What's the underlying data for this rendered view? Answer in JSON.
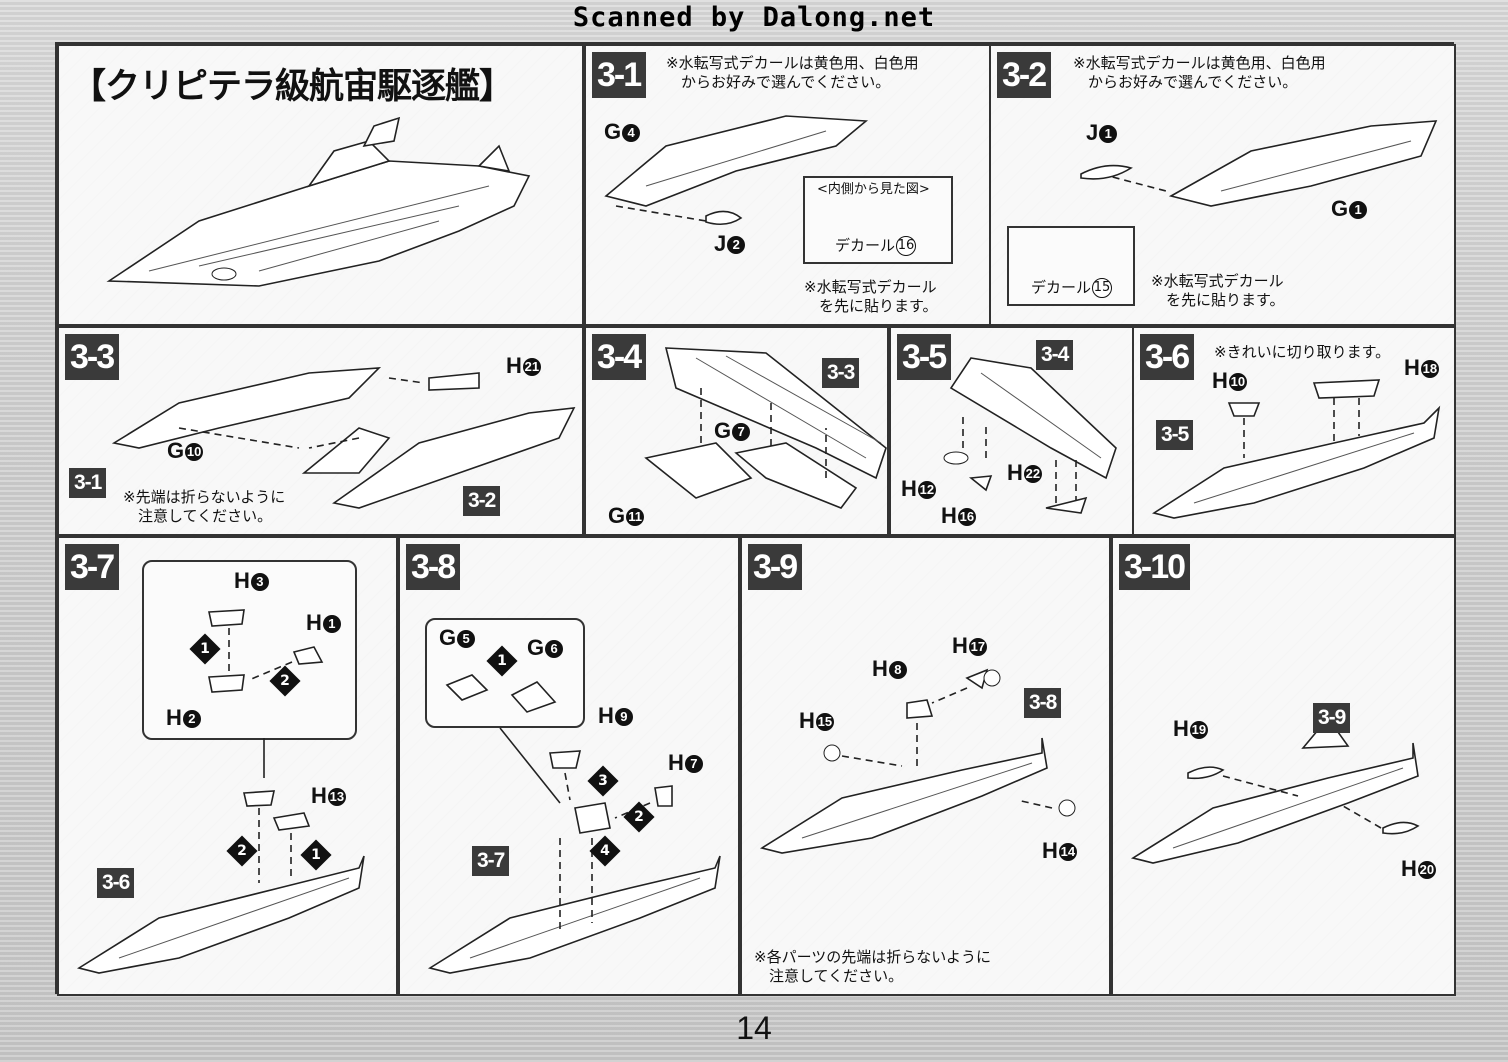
{
  "watermark": "Scanned by Dalong.net",
  "title": "【クリピテラ級航宙駆逐艦】",
  "page_number": "14",
  "steps": {
    "s3_1": {
      "label": "3-1",
      "note": "※水転写式デカールは黄色用、白色用\n　からお好みで選んでください。",
      "parts": [
        "G",
        "J"
      ],
      "part_nums": [
        "4",
        "2"
      ],
      "inset_title": "<内側から見た図>",
      "decal": "デカール",
      "decal_num": "16",
      "note2": "※水転写式デカール\n　を先に貼ります。"
    },
    "s3_2": {
      "label": "3-2",
      "note": "※水転写式デカールは黄色用、白色用\n　からお好みで選んでください。",
      "parts": [
        "J",
        "G"
      ],
      "part_nums": [
        "1",
        "1"
      ],
      "decal": "デカール",
      "decal_num": "15",
      "note2": "※水転写式デカール\n　を先に貼ります。"
    },
    "s3_3": {
      "label": "3-3",
      "parts": [
        "H",
        "G"
      ],
      "part_nums": [
        "21",
        "10"
      ],
      "refs": [
        "3-1",
        "3-2"
      ],
      "note": "※先端は折らないように\n　注意してください。"
    },
    "s3_4": {
      "label": "3-4",
      "parts": [
        "G",
        "G"
      ],
      "part_nums": [
        "7",
        "11"
      ],
      "refs": [
        "3-3"
      ]
    },
    "s3_5": {
      "label": "3-5",
      "parts": [
        "H",
        "H",
        "H"
      ],
      "part_nums": [
        "12",
        "16",
        "22"
      ],
      "refs": [
        "3-4"
      ]
    },
    "s3_6": {
      "label": "3-6",
      "note": "※きれいに切り取ります。",
      "parts": [
        "H",
        "H"
      ],
      "part_nums": [
        "10",
        "18"
      ],
      "refs": [
        "3-5"
      ]
    },
    "s3_7": {
      "label": "3-7",
      "parts": [
        "H",
        "H",
        "H",
        "H"
      ],
      "part_nums": [
        "3",
        "1",
        "2",
        "13"
      ],
      "order": [
        "1",
        "2",
        "2",
        "1"
      ],
      "refs": [
        "3-6"
      ]
    },
    "s3_8": {
      "label": "3-8",
      "parts": [
        "G",
        "G",
        "H",
        "H"
      ],
      "part_nums": [
        "5",
        "6",
        "9",
        "7"
      ],
      "order": [
        "1",
        "3",
        "2",
        "4"
      ],
      "refs": [
        "3-7"
      ]
    },
    "s3_9": {
      "label": "3-9",
      "parts": [
        "H",
        "H",
        "H",
        "H"
      ],
      "part_nums": [
        "17",
        "8",
        "15",
        "14"
      ],
      "refs": [
        "3-8"
      ],
      "note": "※各パーツの先端は折らないように\n　注意してください。"
    },
    "s3_10": {
      "label": "3-10",
      "parts": [
        "H",
        "H"
      ],
      "part_nums": [
        "19",
        "20"
      ],
      "refs": [
        "3-9"
      ]
    }
  }
}
